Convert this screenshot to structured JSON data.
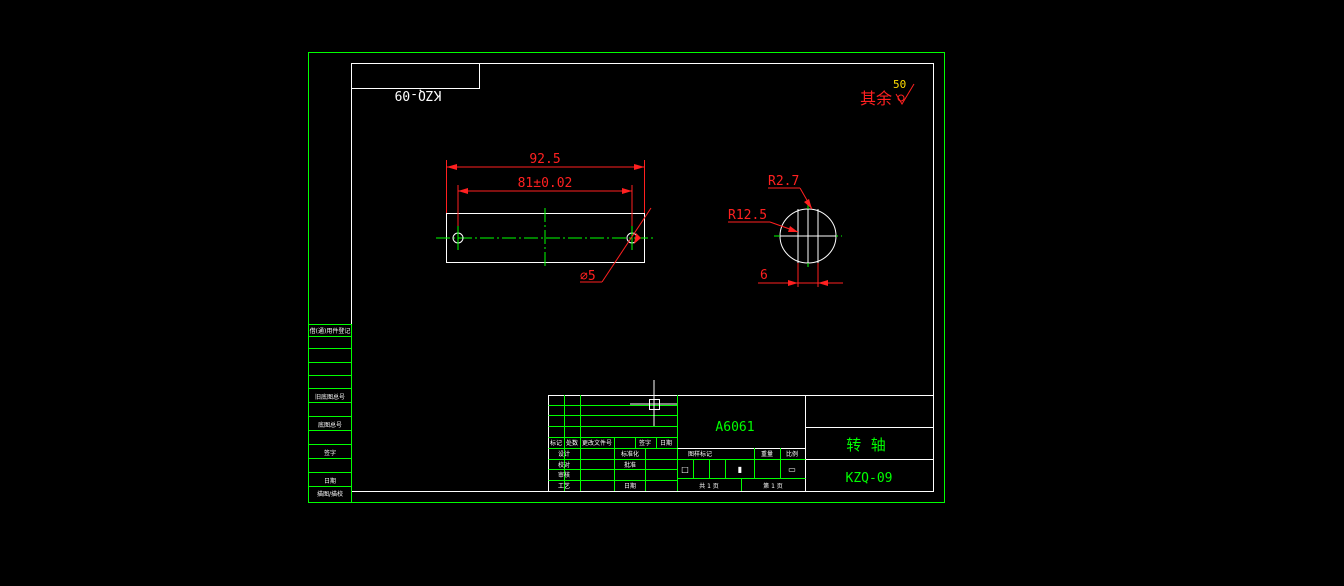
{
  "drawing_number_mirrored": "KZQ-09",
  "roughness": {
    "prefix": "其余",
    "value": "50"
  },
  "front_view": {
    "overall_length": "92.5",
    "hole_spacing": "81±0.02",
    "hole_diameter": "⌀5"
  },
  "side_view": {
    "slot_radius": "R2.7",
    "shaft_radius": "R12.5",
    "slot_width": "6"
  },
  "title_block": {
    "material": "A6061",
    "part_name": "转  轴",
    "drawing_code": "KZQ-09",
    "revision_headers": [
      "标记",
      "处数",
      "更改文件号",
      "签字",
      "日期"
    ],
    "role_labels": [
      "设计",
      "校对",
      "审核",
      "工艺"
    ],
    "standardization": "标准化",
    "approval": "批准",
    "date_label": "日期",
    "stage_header": [
      "图样标记",
      "重量",
      "比例"
    ],
    "sheet_total": "共  1  页",
    "sheet_index": "第  1  页",
    "stage_marks": [
      "□",
      "",
      "",
      "",
      "▮",
      "",
      "▭"
    ]
  },
  "side_column": {
    "labels": [
      "借(通)用件登记",
      "旧底图总号",
      "底图总号",
      "签字",
      "日期",
      "描图/描校"
    ]
  },
  "colors": {
    "border": "#00ff00",
    "part": "#ffffff",
    "dimension": "#ff2020",
    "centerline": "#00ff00",
    "cursor": "#ffffff"
  }
}
